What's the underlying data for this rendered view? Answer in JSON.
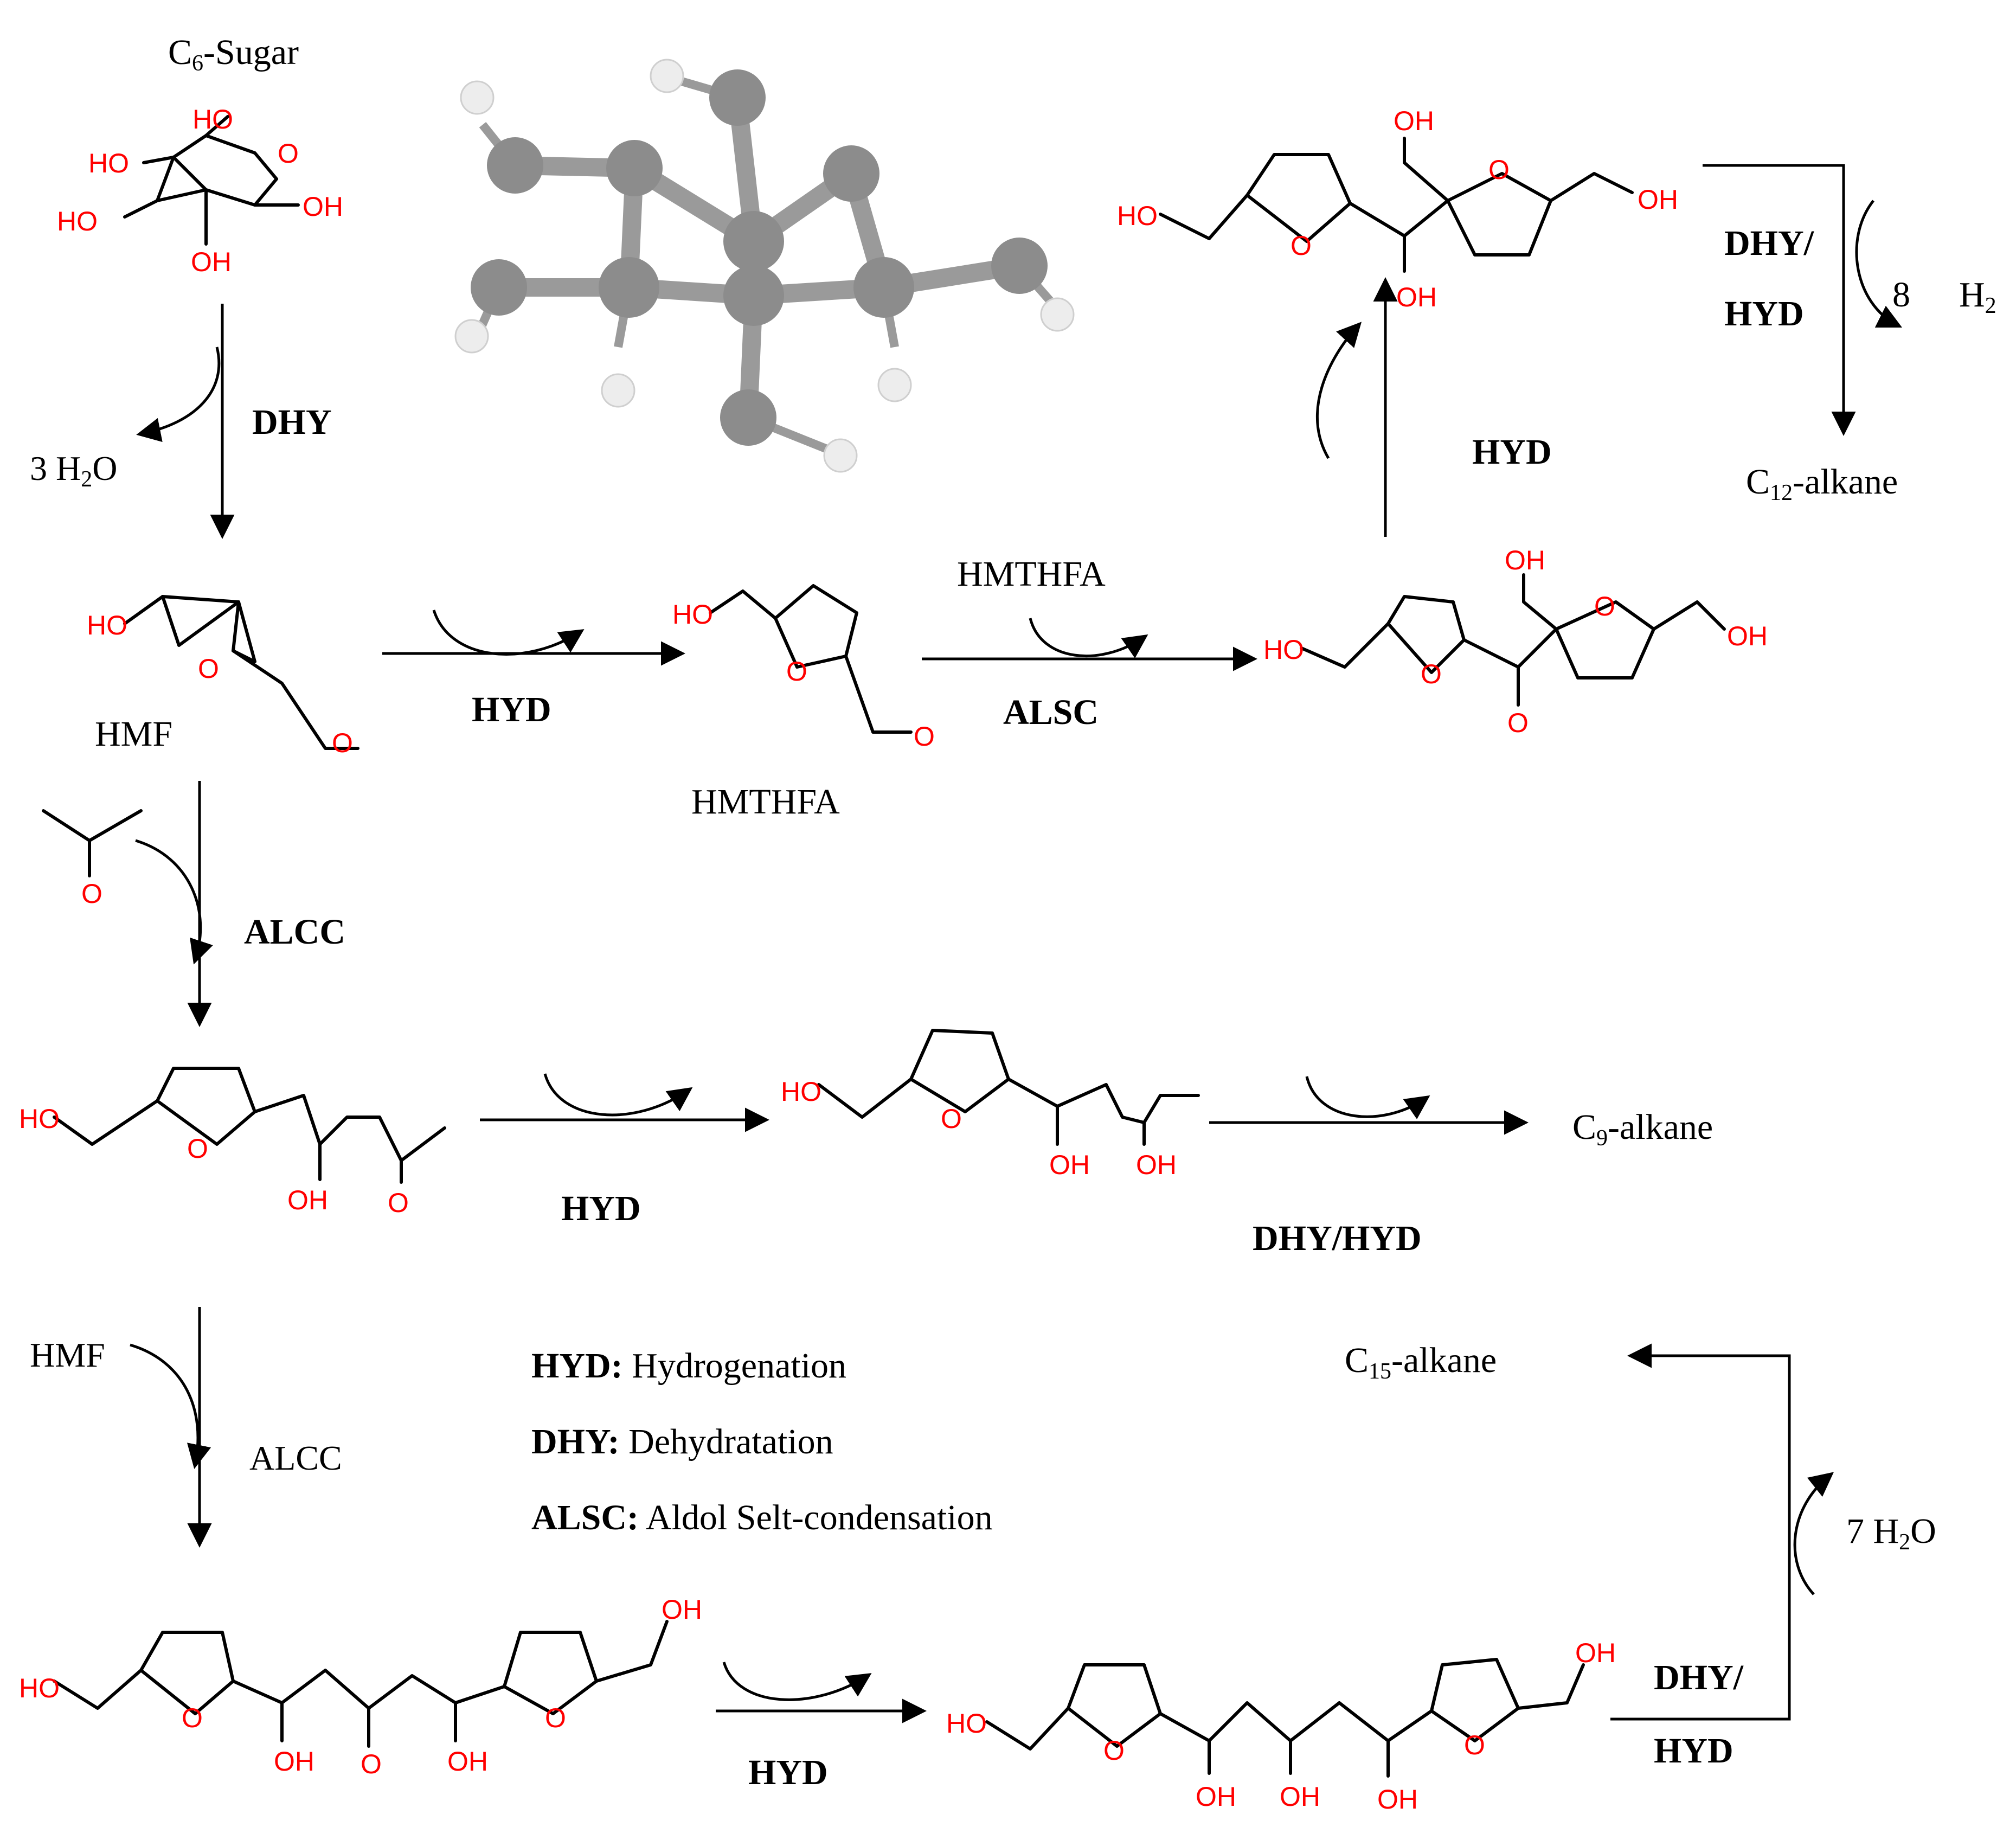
{
  "labels": {
    "c6_sugar": "C6-Sugar",
    "hmf": "HMF",
    "hmthfa_1": "HMTHFA",
    "hmthfa_2": "HMTHFA",
    "hmf_reagent": "HMF",
    "c12_alkane": "C12-alkane",
    "c9_alkane": "C9-alkane",
    "c15_alkane": "C15-alkane",
    "water_3": "3 H2O",
    "water_7": "7 H2O",
    "hydrogen_8": "8    H2"
  },
  "steps": {
    "dhy_1": "DHY",
    "hyd_1": "HYD",
    "alsc_1": "ALSC",
    "hyd_2": "HYD",
    "dhy_hyd_1": "DHY/",
    "dhy_hyd_1b": "HYD",
    "alcc_1": "ALCC",
    "hyd_3": "HYD",
    "dhy_hyd_2": "DHY/HYD",
    "alcc_2": "ALCC",
    "hyd_4": "HYD",
    "dhy_hyd_3": "DHY/",
    "dhy_hyd_3b": "HYD"
  },
  "legend": [
    {
      "abbr": "HYD:",
      "text": " Hydrogenation"
    },
    {
      "abbr": "DHY:",
      "text": " Dehydratation"
    },
    {
      "abbr": "ALSC:",
      "text": " Aldol Selt-condensation"
    }
  ],
  "atoms": {
    "oh": "OH",
    "ho": "HO",
    "o": "O"
  }
}
